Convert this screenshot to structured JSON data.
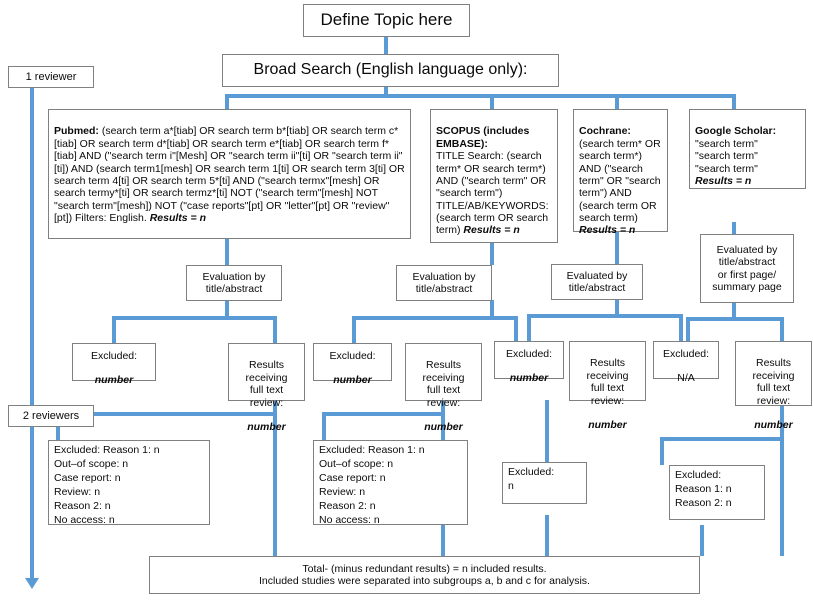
{
  "diagram": {
    "title_box": "Define Topic here",
    "broad_search": "Broad Search (English language only):",
    "reviewer_labels": {
      "one": "1 reviewer",
      "two": "2 reviewers"
    },
    "databases": [
      {
        "name": "pubmed",
        "heading": "Pubmed:",
        "query": " (search term a*[tiab] OR search term b*[tiab] OR search term c*[tiab] OR search term d*[tiab] OR search term e*[tiab] OR search term f*[tiab] AND (\"search term i\"[Mesh] OR \"search term ii\"[ti] OR \"search term ii\"[ti]) AND (search term1[mesh] OR search term 1[ti] OR search term 3[ti] OR search term 4[ti] OR search term 5*[ti] AND (\"search termx\"[mesh] OR search termy*[ti] OR search termz*[ti] NOT (\"search term\"[mesh] NOT \"search term\"[mesh]) NOT (\"case reports\"[pt] OR \"letter\"[pt] OR \"review\"[pt]) Filters: English. ",
        "results": "Results = n"
      },
      {
        "name": "scopus",
        "heading": "SCOPUS (includes EMBASE):",
        "query": "\nTITLE Search: (search term* OR search term*) AND (\"search term\" OR \"search term\")\nTITLE/AB/KEYWORDS: (search term OR search term) ",
        "results": "Results =  n"
      },
      {
        "name": "cochrane",
        "heading": "Cochrane:",
        "query": "(search term* OR search term*) AND (\"search term\" OR \"search term\") AND (search term OR search term)\n",
        "results": "Results = n"
      },
      {
        "name": "google-scholar",
        "heading": "Google Scholar:",
        "query": "\n\"search term\"\n\"search term\"\n\"search term\"\n",
        "results": "Results = n"
      }
    ],
    "evaluation_boxes": [
      {
        "name": "pubmed-evaluation",
        "text": "Evaluation by\ntitle/abstract"
      },
      {
        "name": "scopus-evaluation",
        "text": "Evaluation  by\ntitle/abstract"
      },
      {
        "name": "cochrane-evaluation",
        "text": "Evaluated by\ntitle/abstract"
      },
      {
        "name": "google-scholar-evaluation",
        "text": "Evaluated by\ntitle/abstract\nor first page/\nsummary page"
      }
    ],
    "screening_results": [
      {
        "column": "pubmed",
        "excluded_label": "Excluded:",
        "excluded_value": "number",
        "fulltext_label": "Results\nreceiving\nfull text\nreview:",
        "fulltext_value": "number"
      },
      {
        "column": "scopus",
        "excluded_label": "Excluded:",
        "excluded_value": "number",
        "fulltext_label": "Results\nreceiving\nfull text\nreview:",
        "fulltext_value": "number"
      },
      {
        "column": "cochrane",
        "excluded_label": "Excluded:",
        "excluded_value": "number",
        "fulltext_label": "Results\nreceiving\nfull text\nreview:",
        "fulltext_value": "number"
      },
      {
        "column": "google-scholar",
        "excluded_label": "Excluded:",
        "excluded_value": "N/A",
        "fulltext_label": "Results\nreceiving\nfull text\nreview:",
        "fulltext_value": "number"
      }
    ],
    "exclusion_detail": [
      {
        "column": "pubmed",
        "lines": "Excluded: Reason 1: n\nOut–of scope: n\nCase report: n\nReview: n\nReason 2: n\nNo access: n"
      },
      {
        "column": "scopus",
        "lines": "Excluded: Reason 1: n\nOut–of scope: n\nCase report: n\nReview: n\nReason 2: n\nNo access: n"
      },
      {
        "column": "cochrane",
        "lines": "Excluded:\nn"
      },
      {
        "column": "google-scholar",
        "lines": "Excluded:\nReason 1: n\nReason 2: n"
      }
    ],
    "total_box": "Total- (minus redundant results) = n included results.\nIncluded studies were separated into subgroups a, b and c for analysis."
  },
  "colors": {
    "connector": "#5b9bd5",
    "box_border": "#808080",
    "text": "#0a0a0a",
    "background": "#ffffff"
  }
}
